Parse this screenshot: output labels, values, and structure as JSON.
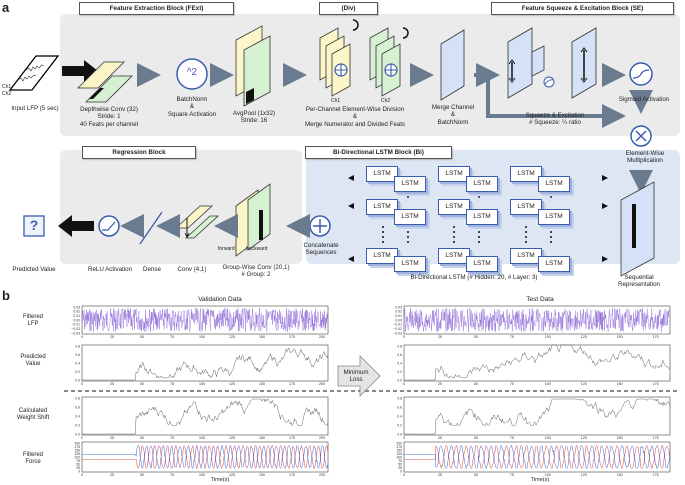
{
  "panel_a": {
    "letter": "a",
    "blocks": {
      "fext": "Feature Extraction Block (FExt)",
      "div": "(Div)",
      "se": "Feature Squeeze & Excitation Block (SE)",
      "regression": "Regression Block",
      "bi": "Bi-Directional LSTM Block (Bi)"
    },
    "input": {
      "ch1": "Ch1",
      "ch2": "Ch2",
      "label": "Input LFP (5 sec)"
    },
    "labels": {
      "depthwise": "Depthwise Conv (32)\nStride: 1\n40 Feats per channel",
      "batchnorm": "BatchNorm\n&\nSquare Activation",
      "square_symbol": "^2",
      "avgpool": "AvgPool (1x32)\nStride: 16",
      "division": "Per-Channel Element-Wise Division\n&\nMerge Numerator and Divided Feats",
      "div_ch1": "Ch1",
      "div_ch2": "Ch2",
      "merge": "Merge Channel\n&\nBatchNorm",
      "squeeze": "Squeeze & Excitation\n# Squeeze: ¼ ratio",
      "sigmoid": "Sigmoid Activation",
      "elementwise": "Element-Wise\nMultiplication",
      "sequential": "Sequential\nRepresentation",
      "bilstm": "Bi-Directional LSTM (# Hidden: 20, # Layer: 3)",
      "concat": "Concatenate\nSequences",
      "forward": "forward",
      "backward": "backward",
      "groupconv": "Group-Wise Conv (20,1)\n# Group: 2",
      "conv41": "Conv (4,1)",
      "dense": "Dense",
      "relu": "ReLU Activation",
      "predicted": "Predicted Value",
      "question": "?",
      "lstm": "LSTM"
    }
  },
  "panel_b": {
    "letter": "b",
    "validation_title": "Validation Data",
    "test_title": "Test Data",
    "row_labels": [
      "Filtered\nLFP",
      "Predicted\nValue",
      "Calculated\nWeight Shift",
      "Filtered\nForce"
    ],
    "minimum_loss": "Minimum\nLoss",
    "xlabel": "Time(s)"
  },
  "chart_data": [
    {
      "type": "line",
      "title": "Validation Data",
      "xlabel": "Time(s)",
      "x_ticks": [
        0,
        25,
        50,
        75,
        100,
        125,
        150,
        175,
        200
      ],
      "xlim": [
        0,
        205
      ],
      "panels": [
        {
          "name": "Filtered LFP",
          "y_ticks": [
            -0.03,
            -0.02,
            -0.01,
            0.0,
            0.01,
            0.02,
            0.03
          ],
          "color": "#7a4fd0"
        },
        {
          "name": "Predicted Value",
          "y_ticks": [
            0.0,
            0.2,
            0.4,
            0.6,
            0.8
          ],
          "onset_s": 45
        },
        {
          "name": "Calculated Weight Shift",
          "y_ticks": [
            0.0,
            0.2,
            0.4,
            0.6,
            0.8
          ],
          "onset_s": 45
        },
        {
          "name": "Filtered Force",
          "y_ticks": [
            0,
            25,
            50,
            75,
            100,
            125,
            150,
            175,
            200
          ],
          "colors": [
            "#d0342c",
            "#2c4fd0"
          ]
        }
      ]
    },
    {
      "type": "line",
      "title": "Test Data",
      "xlabel": "Time(s)",
      "x_ticks": [
        0,
        25,
        50,
        75,
        100,
        125,
        150,
        175
      ],
      "xlim": [
        0,
        185
      ],
      "panels": [
        {
          "name": "Filtered LFP",
          "y_ticks": [
            -0.03,
            -0.02,
            -0.01,
            0.0,
            0.01,
            0.02,
            0.03
          ],
          "color": "#7a4fd0"
        },
        {
          "name": "Predicted Value",
          "y_ticks": [
            0.0,
            0.2,
            0.4,
            0.6,
            0.8
          ],
          "onset_s": 22
        },
        {
          "name": "Calculated Weight Shift",
          "y_ticks": [
            0.0,
            0.2,
            0.4,
            0.6,
            0.8
          ],
          "onset_s": 22
        },
        {
          "name": "Filtered Force",
          "y_ticks": [
            0,
            25,
            50,
            75,
            100,
            125,
            150,
            175,
            200
          ],
          "colors": [
            "#d0342c",
            "#2c4fd0"
          ]
        }
      ]
    }
  ]
}
